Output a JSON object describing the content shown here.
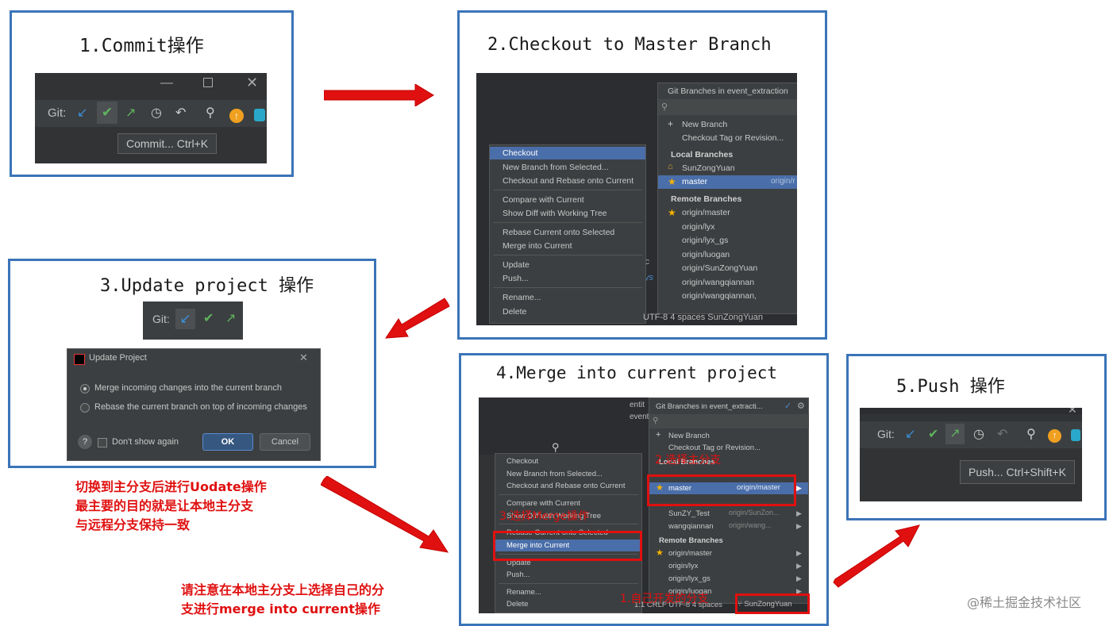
{
  "step1": {
    "title": "1.Commit操作",
    "git_label": "Git:",
    "tooltip": "Commit...  Ctrl+K"
  },
  "step2": {
    "title": "2.Checkout to Master Branch",
    "panel_title": "Git Branches in event_extraction",
    "panel_items": [
      "New Branch",
      "Checkout Tag or Revision..."
    ],
    "local_header": "Local Branches",
    "local_items": [
      "SunZongYuan",
      "master"
    ],
    "master_remote": "origin/r",
    "remote_header": "Remote Branches",
    "remote_items": [
      "origin/master",
      "origin/lyx",
      "origin/lyx_gs",
      "origin/luogan",
      "origin/SunZongYuan",
      "origin/wangqiannan",
      "origin/wangqiannan,"
    ],
    "menu_items": [
      "Checkout",
      "New Branch from Selected...",
      "Checkout and Rebase onto Current",
      "Compare with Current",
      "Show Diff with Working Tree",
      "Rebase Current onto Selected",
      "Merge into Current",
      "Update",
      "Push...",
      "Rename...",
      "Delete"
    ],
    "status": "UTF-8   4 spaces   SunZongYuan",
    "frag1": "ic",
    "frag2": "ys"
  },
  "step3": {
    "title": "3.Update project 操作",
    "git_label": "Git:",
    "dialog_title": "Update Project",
    "option1": "Merge incoming changes into the current branch",
    "option2": "Rebase the current branch on top of incoming changes",
    "dont_show": "Don't show again",
    "ok": "OK",
    "cancel": "Cancel",
    "help": "?",
    "note_lines": [
      "切换到主分支后进行Uodate操作",
      "最主要的目的就是让本地主分支",
      "与远程分支保持一致"
    ]
  },
  "step4": {
    "title": "4.Merge into current project",
    "panel_title": "Git Branches in event_extracti...",
    "panel_items": [
      "New Branch",
      "Checkout Tag or Revision..."
    ],
    "local_header": "Local Branches",
    "master": "master",
    "master_remote": "origin/master",
    "local_more": [
      {
        "name": "SunZY_Test",
        "remote": "origin/SunZon..."
      },
      {
        "name": "wangqiannan",
        "remote": "origin/wang..."
      }
    ],
    "remote_header": "Remote Branches",
    "remote_items": [
      "origin/master",
      "origin/lyx",
      "origin/lyx_gs",
      "origin/luogan"
    ],
    "menu_items": [
      "Checkout",
      "New Branch from Selected...",
      "Checkout and Rebase onto Current",
      "Compare with Current",
      "Show Diff with Working Tree",
      "Rebase Current onto Selected",
      "Merge into Current",
      "Update",
      "Push...",
      "Rename...",
      "Delete"
    ],
    "tree_items": [
      "entit",
      "event"
    ],
    "status": "1:1  CRLF  UTF-8  4 spaces",
    "branch_status": "SunZongYuan",
    "ann1": "1.自己开发的分支",
    "ann2": "2.选择主分支",
    "ann3": "3.选择Merge操作",
    "note_lines": [
      "请注意在本地主分支上选择自己的分",
      "支进行merge into current操作"
    ]
  },
  "step5": {
    "title": "5.Push 操作",
    "git_label": "Git:",
    "tooltip": "Push...  Ctrl+Shift+K"
  },
  "watermark": "@稀土掘金技术社区",
  "colors": {
    "frame": "#3b74b8",
    "arrow": "#e01010",
    "ide_bg": "#2b2d30",
    "selection": "#4a6ea9"
  }
}
